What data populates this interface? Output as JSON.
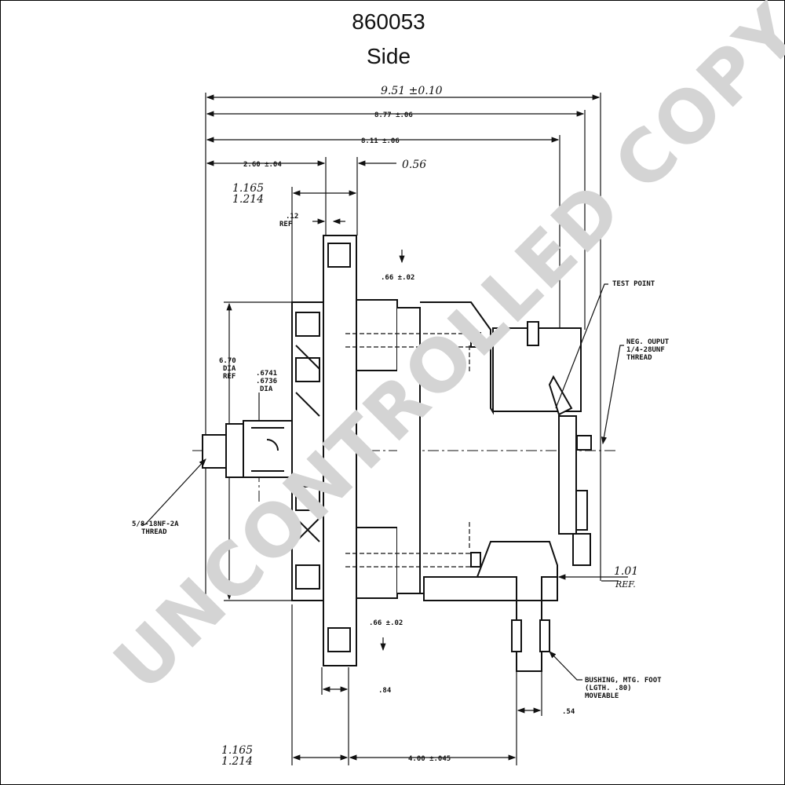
{
  "header": {
    "part_number": "860053",
    "view": "Side"
  },
  "dimensions": {
    "overall": "9.51 ±0.10",
    "d877": "8.77 ±.06",
    "d811": "8.11 ±.06",
    "d260": "2.60 ±.04",
    "d056": "0.56",
    "d1165_top": "1.165",
    "d1214_top": "1.214",
    "d12": ".12",
    "ref_top": "REF",
    "d66_top": ".66 ±.02",
    "d670": "6.70",
    "dia_ref_a": "DIA",
    "dia_ref_b": "REF",
    "shaft1": ".6741",
    "shaft2": ".6736",
    "shaft_dia": "DIA",
    "d66_bottom": ".66 ±.02",
    "d84": ".84",
    "d54": ".54",
    "d1165_bottom": "1.165",
    "d1214_bottom": "1.214",
    "d400": "4.00 ±.045",
    "d101": "1.01",
    "ref_right": "REF."
  },
  "notes": {
    "test_point": "TEST POINT",
    "neg_output_1": "NEG. OUPUT",
    "neg_output_2": "1/4-28UNF",
    "neg_output_3": "THREAD",
    "thread_1": "5/8-18NF-2A",
    "thread_2": "THREAD",
    "bushing_1": "BUSHING, MTG. FOOT",
    "bushing_2": "(LGTH. .80)",
    "bushing_3": "MOVEABLE"
  },
  "watermark": "UNCONTROLLED COPY",
  "colors": {
    "ink": "#111111",
    "watermark": "#d4d4d4"
  }
}
